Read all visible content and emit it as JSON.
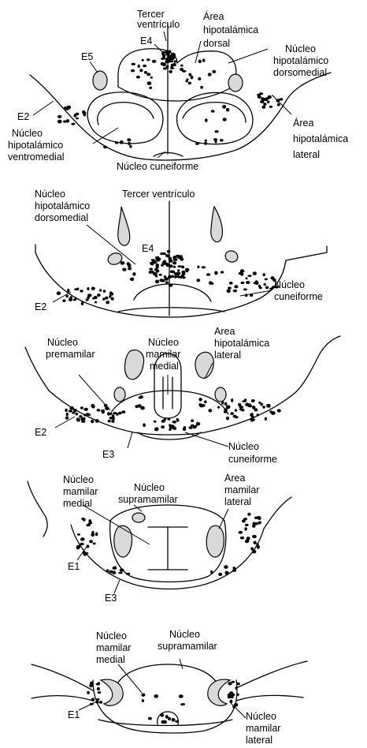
{
  "panels": [
    {
      "id": "p1",
      "labels": {
        "tercer_ventriculo": [
          "Tercer",
          "ventrículo"
        ],
        "area_hipot_dorsal": [
          "Área",
          "hipotalámica",
          "dorsal"
        ],
        "nucleo_dorsomedial": [
          "Núcleo",
          "hipotalámico",
          "dorsomedial"
        ],
        "area_hipot_lateral": [
          "Área",
          "hipotalámica",
          "lateral"
        ],
        "nucleo_ventromedial": [
          "Núcleo",
          "hipotalámico",
          "ventromedial"
        ],
        "nucleo_cuneiforme": [
          "Núcleo cuneiforme"
        ],
        "e4": "E4",
        "e5": "E5",
        "e2": "E2"
      }
    },
    {
      "id": "p2",
      "labels": {
        "nucleo_dorsomedial": [
          "Núcleo",
          "hipotalámico",
          "dorsomedial"
        ],
        "tercer_ventriculo": [
          "Tercer ventrículo"
        ],
        "e4": "E4",
        "nucleo_cuneiforme": [
          "Núcleo",
          "cuneiforme"
        ],
        "e2": "E2"
      }
    },
    {
      "id": "p3",
      "labels": {
        "nucleo_premamilar": [
          "Núcleo",
          "premamilar"
        ],
        "nucleo_mamilar_medial": [
          "Núcleo",
          "mamilar",
          "medial"
        ],
        "area_hipot_lateral": [
          "Area",
          "hipotalámica",
          "lateral"
        ],
        "e2": "E2",
        "e3": "E3",
        "nucleo_cuneiforme": [
          "Núcleo",
          "cuneiforme"
        ]
      }
    },
    {
      "id": "p4",
      "labels": {
        "nucleo_mamilar_medial": [
          "Núcleo",
          "mamilar",
          "medial"
        ],
        "nucleo_supramamilar": [
          "Núcleo",
          "supramamilar"
        ],
        "area_mamilar_lateral": [
          "Area",
          "mamilar",
          "lateral"
        ],
        "e1": "E1",
        "e3": "E3"
      }
    },
    {
      "id": "p5",
      "labels": {
        "nucleo_mamilar_medial": [
          "Núcleo",
          "mamilar",
          "medial"
        ],
        "nucleo_supramamilar": [
          "Núcleo",
          "supramamilar"
        ],
        "e1": "E1",
        "nucleo_mamilar_lateral": [
          "Núcleo",
          "mamilar",
          "lateral"
        ]
      }
    }
  ]
}
